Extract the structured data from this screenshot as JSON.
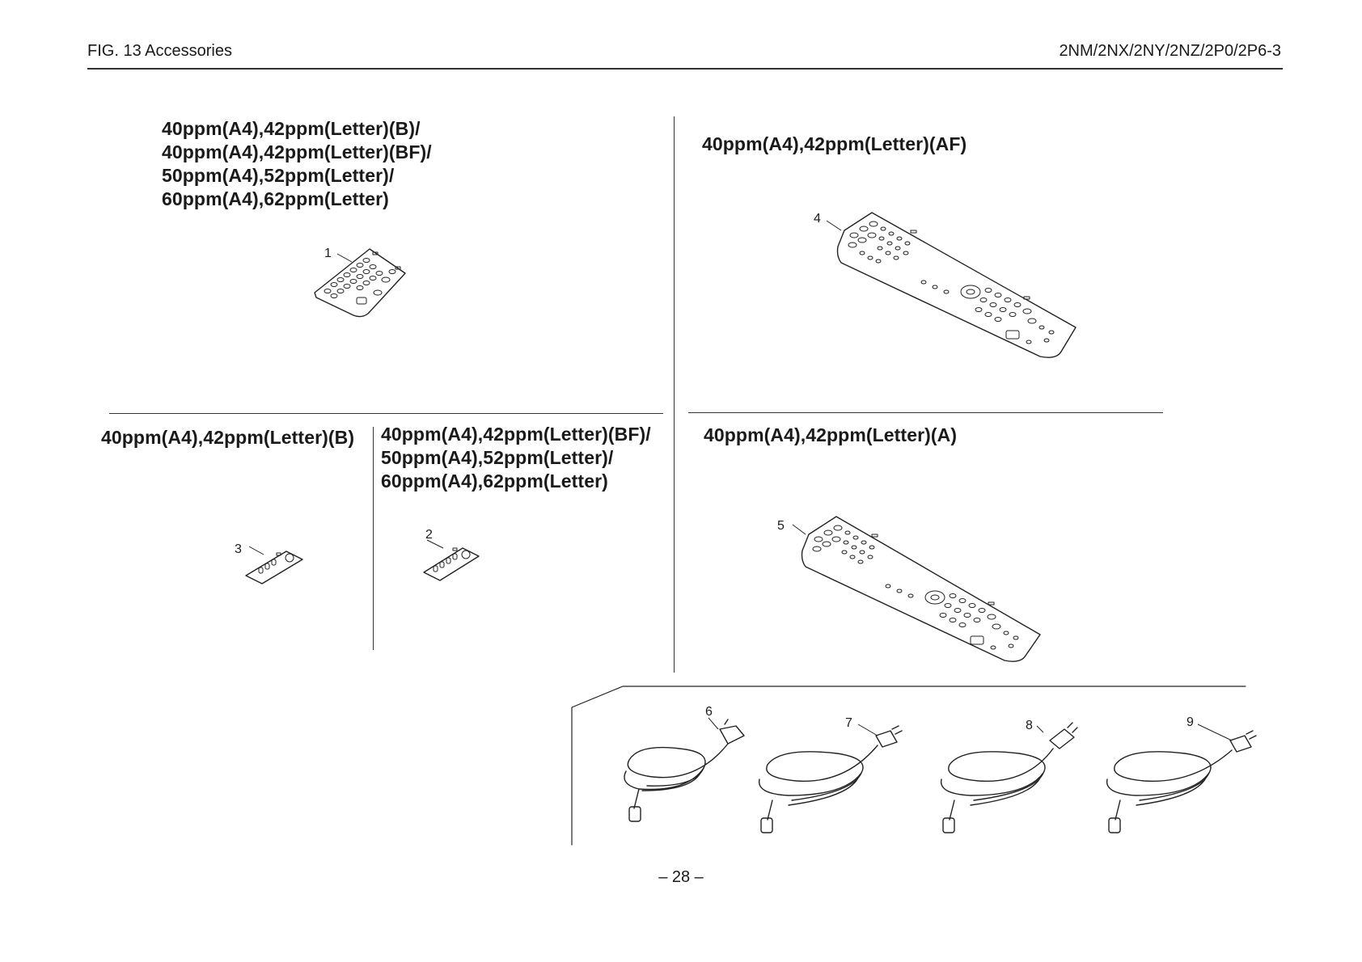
{
  "header": {
    "figure": "FIG.  13  Accessories",
    "model_codes": "2NM/2NX/2NY/2NZ/2P0/2P6-3"
  },
  "sections": {
    "top_left_title": "40ppm(A4),42ppm(Letter)(B)/\n40ppm(A4),42ppm(Letter)(BF)/\n50ppm(A4),52ppm(Letter)/\n60ppm(A4),62ppm(Letter)",
    "top_right_title": "40ppm(A4),42ppm(Letter)(AF)",
    "mid_left_title": "40ppm(A4),42ppm(Letter)(B)",
    "mid_center_title": "40ppm(A4),42ppm(Letter)(BF)/\n50ppm(A4),52ppm(Letter)/\n60ppm(A4),62ppm(Letter)",
    "mid_right_title": "40ppm(A4),42ppm(Letter)(A)"
  },
  "callouts": [
    "1",
    "2",
    "3",
    "4",
    "5",
    "6",
    "7",
    "8",
    "9"
  ],
  "footer": {
    "page_number": "– 28 –"
  }
}
